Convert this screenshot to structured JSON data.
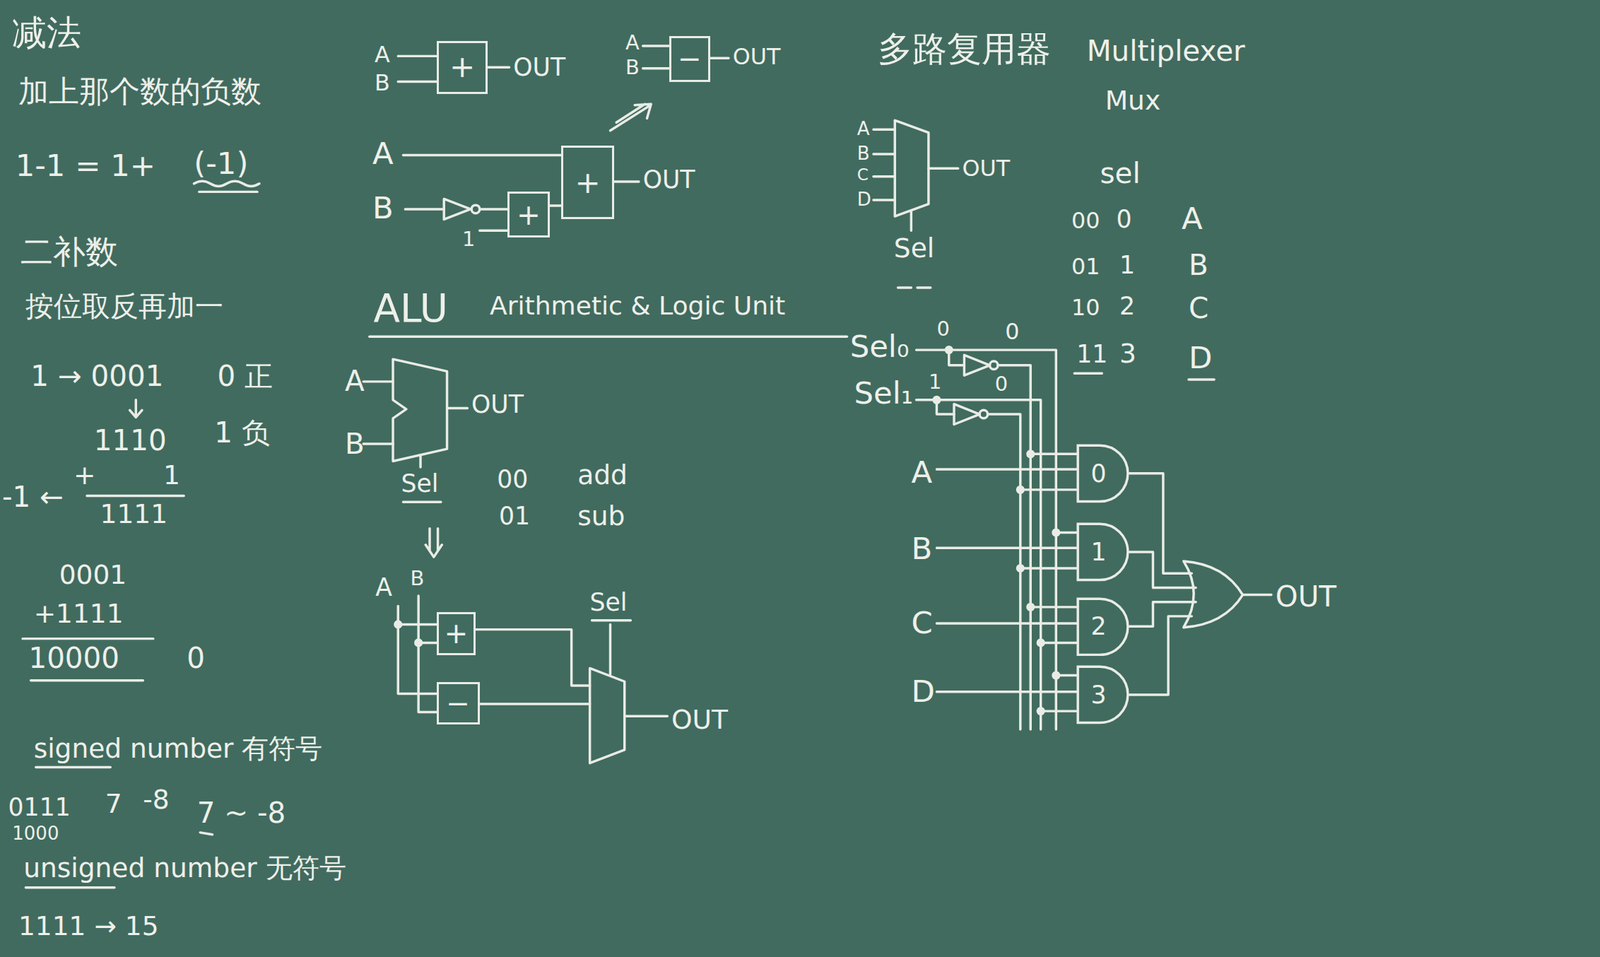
{
  "diagram": {
    "nodes": [
      {
        "text": [
          "+"
        ]
      },
      {
        "text": [
          "−"
        ]
      },
      {
        "text": [
          "+"
        ]
      },
      {
        "text": [
          "+"
        ]
      },
      {
        "text": [
          "+"
        ]
      },
      {
        "text": [
          "−"
        ]
      },
      {
        "text": [
          "0"
        ]
      },
      {
        "text": [
          "1"
        ]
      },
      {
        "text": [
          "2"
        ]
      },
      {
        "text": [
          "3"
        ]
      }
    ],
    "edges": [
      {
        "from": 3,
        "to": 2,
        "arrow": "none"
      }
    ],
    "labels": [
      "减法",
      "加上那个数的负数",
      "1-1 = 1+",
      "(-1)",
      "二补数",
      "按位取反再加一",
      "1 → 0001",
      "0 正",
      "1110",
      "1 负",
      "+",
      "1",
      "-1 ←",
      "1111",
      "0001",
      "+1111",
      "10000",
      "0",
      "signed number 有符号",
      "0111",
      "1000",
      "7",
      "-8",
      "7 ~ -8",
      "unsigned number 无符号",
      "1111 → 15",
      "A",
      "B",
      "OUT",
      "A",
      "B",
      "OUT",
      "A",
      "B",
      "1",
      "OUT",
      "ALU",
      "Arithmetic & Logic Unit",
      "A",
      "B",
      "OUT",
      "Sel",
      "00",
      "add",
      "01",
      "sub",
      "A",
      "B",
      "Sel",
      "OUT",
      "多路复用器",
      "Multiplexer",
      "Mux",
      "A",
      "B",
      "C",
      "D",
      "OUT",
      "Sel",
      "sel",
      "00",
      "0",
      "A",
      "01",
      "1",
      "B",
      "10",
      "2",
      "C",
      "11",
      "3",
      "D",
      "Sel₀",
      "0",
      "0",
      "Sel₁",
      "1",
      "0",
      "A",
      "B",
      "C",
      "D",
      "OUT"
    ]
  }
}
